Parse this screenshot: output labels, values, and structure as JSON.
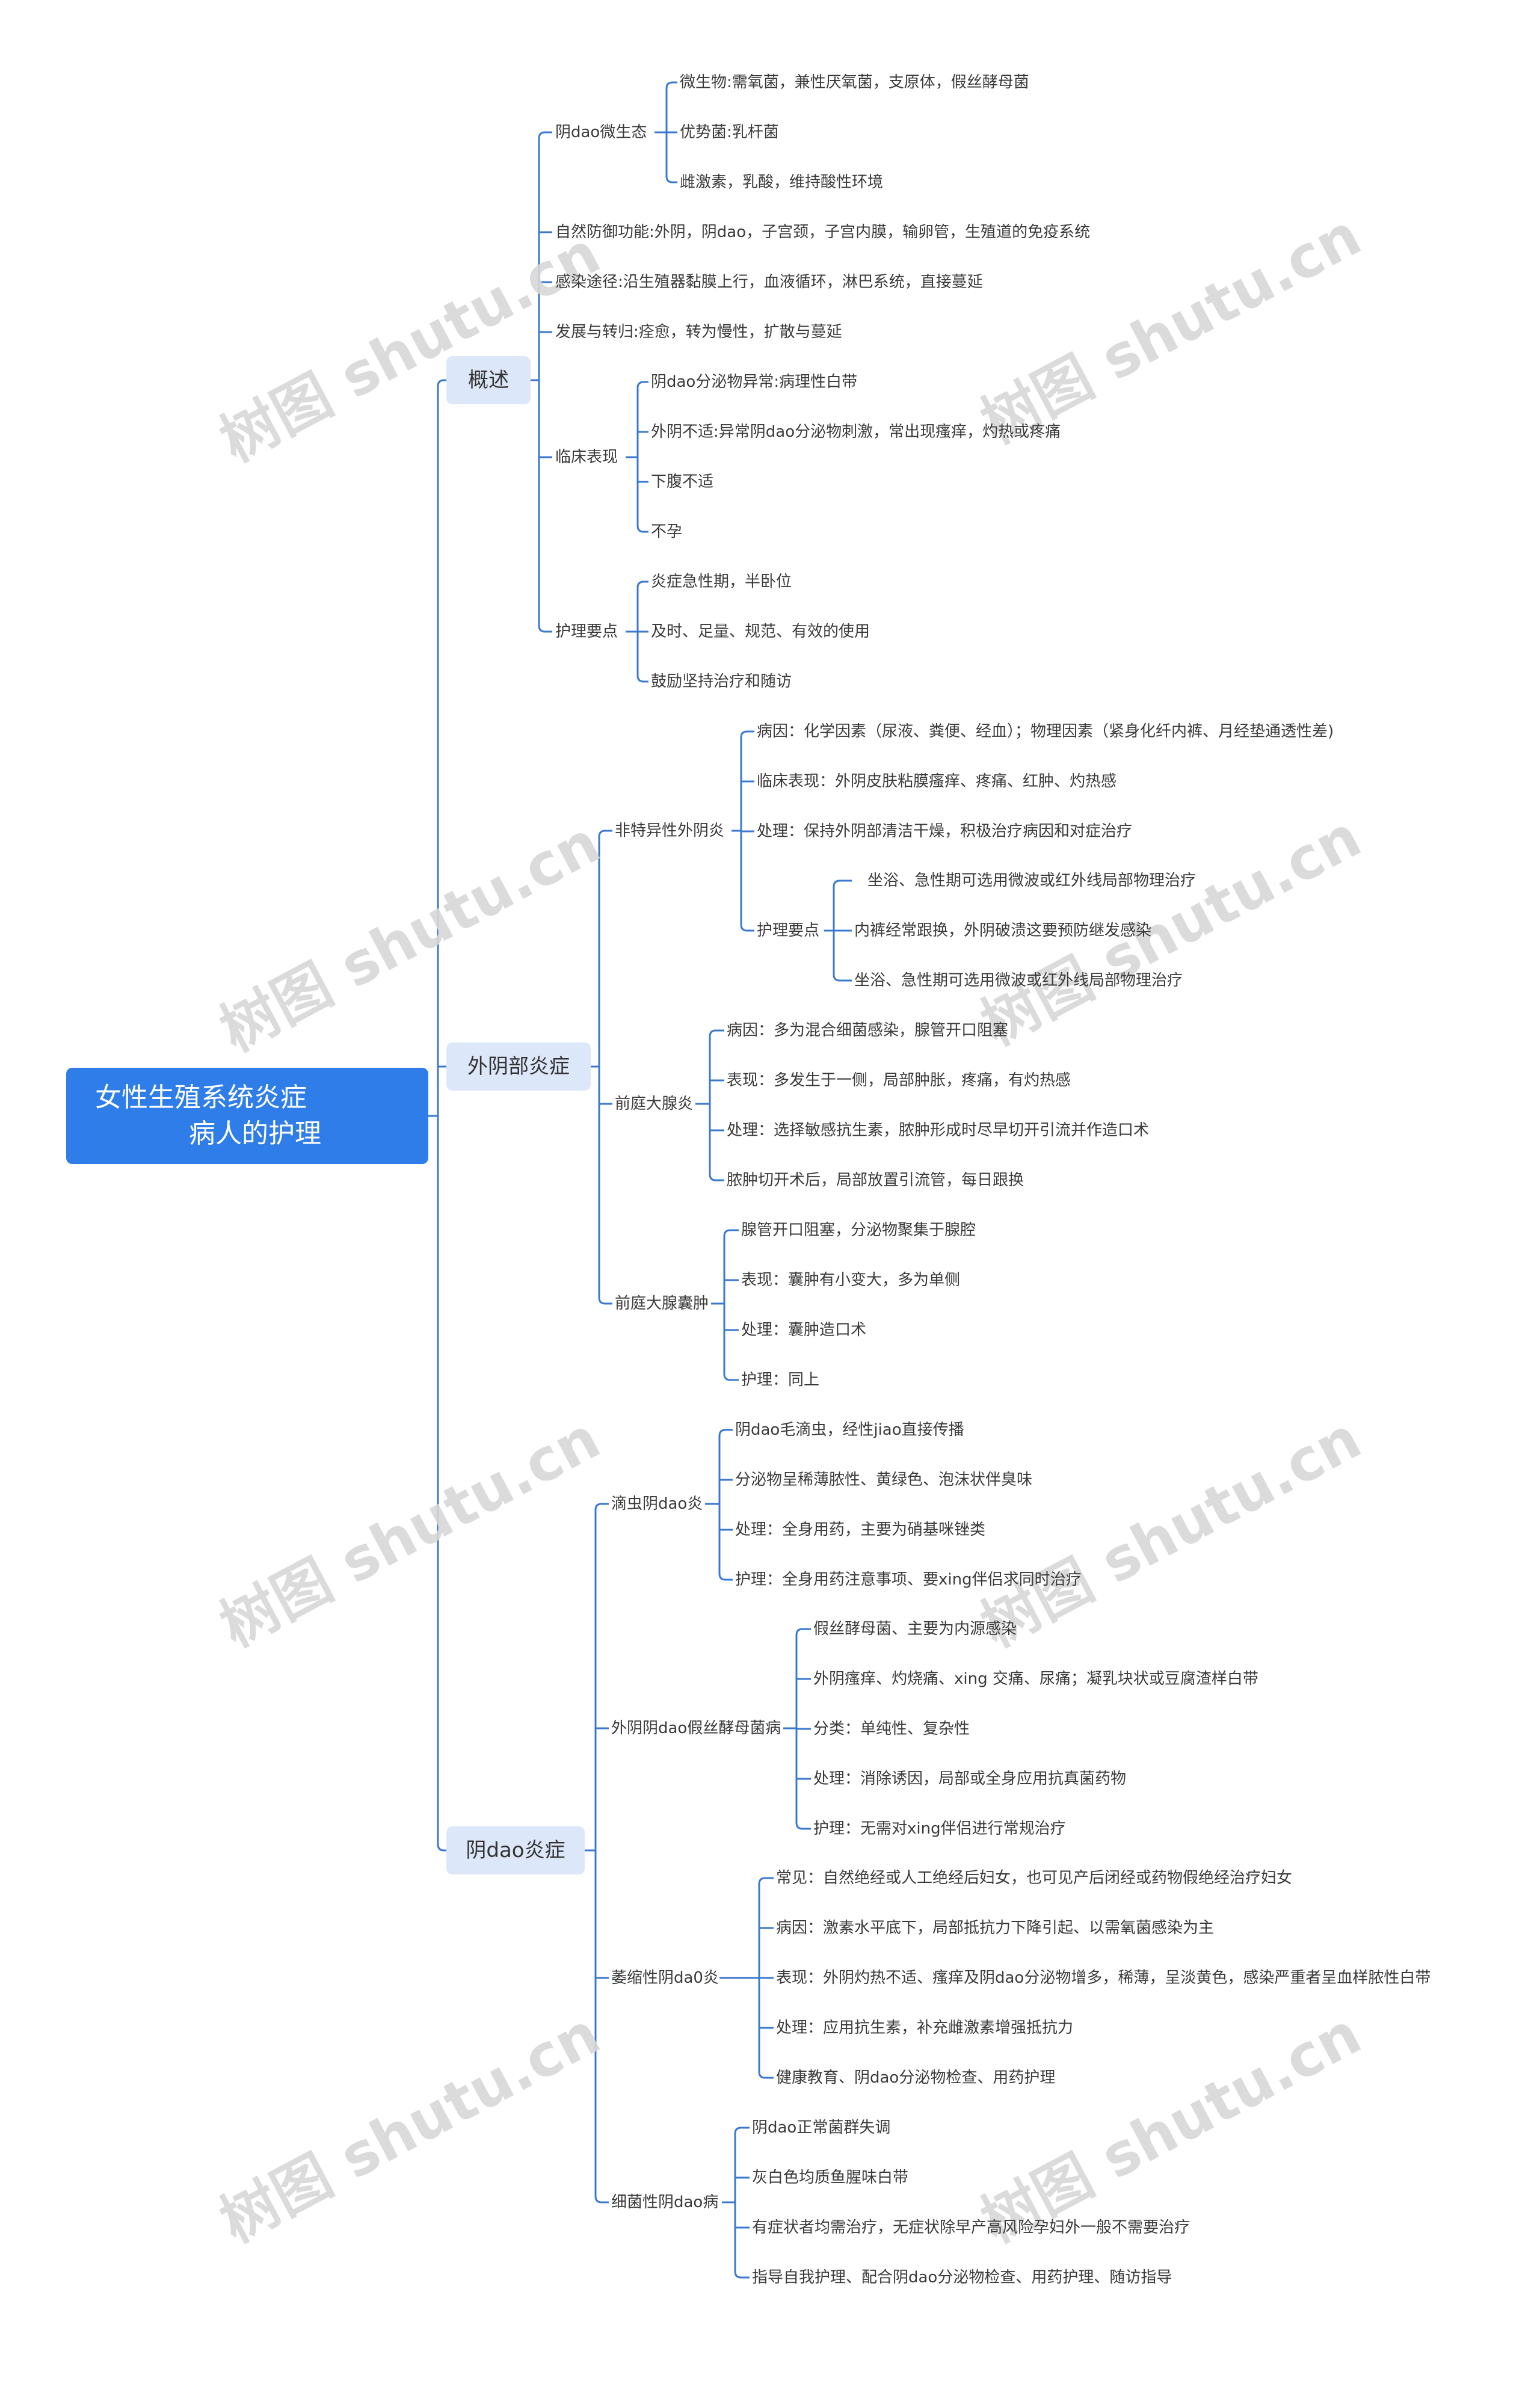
{
  "watermark": "树图 shutu.cn",
  "root": {
    "line1": "女性生殖系统炎症",
    "line2": "病人的护理"
  },
  "overview": {
    "label": "概述",
    "microecology": {
      "label": "阴dao微生态",
      "items": [
        "微生物:需氧菌，兼性厌氧菌，支原体，假丝酵母菌",
        "优势菌:乳杆菌",
        "雌激素，乳酸，维持酸性环境"
      ]
    },
    "defense": "自然防御功能:外阴，阴dao，子宫颈，子宫内膜，输卵管，生殖道的免疫系统",
    "infection_route": "感染途径:沿生殖器黏膜上行，血液循环，淋巴系统，直接蔓延",
    "outcome": "发展与转归:痊愈，转为慢性，扩散与蔓延",
    "clinical": {
      "label": "临床表现",
      "items": [
        "阴dao分泌物异常:病理性白带",
        "外阴不适:异常阴dao分泌物刺激，常出现瘙痒，灼热或疼痛",
        "下腹不适",
        "不孕"
      ]
    },
    "nursing": {
      "label": "护理要点",
      "items": [
        "炎症急性期，半卧位",
        "及时、足量、规范、有效的使用",
        "鼓励坚持治疗和随访"
      ]
    }
  },
  "vulvitis": {
    "label": "外阴部炎症",
    "nonspecific": {
      "label": "非特异性外阴炎",
      "items": [
        "病因：化学因素（尿液、粪便、经血）；物理因素（紧身化纤内裤、月经垫通透性差)",
        "临床表现：外阴皮肤粘膜瘙痒、疼痛、红肿、灼热感",
        "处理：保持外阴部清洁干燥，积极治疗病因和对症治疗"
      ],
      "nursing": {
        "label": "护理要点",
        "items": [
          "坐浴、急性期可选用微波或红外线局部物理治疗",
          "内裤经常跟换，外阴破溃这要预防继发感染",
          "坐浴、急性期可选用微波或红外线局部物理治疗"
        ]
      }
    },
    "bartholinitis": {
      "label": "前庭大腺炎",
      "items": [
        "病因：多为混合细菌感染，腺管开口阻塞",
        "表现：多发生于一侧，局部肿胀，疼痛，有灼热感",
        "处理：选择敏感抗生素，脓肿形成时尽早切开引流并作造口术",
        "脓肿切开术后，局部放置引流管，每日跟换"
      ]
    },
    "bartholin_cyst": {
      "label": "前庭大腺囊肿",
      "items": [
        "腺管开口阻塞，分泌物聚集于腺腔",
        "表现：囊肿有小变大，多为单侧",
        "处理：囊肿造口术",
        "护理：同上"
      ]
    }
  },
  "vaginitis": {
    "label": "阴dao炎症",
    "trichomonas": {
      "label": "滴虫阴dao炎",
      "items": [
        "阴dao毛滴虫，经性jiao直接传播",
        "分泌物呈稀薄脓性、黄绿色、泡沫状伴臭味",
        "处理：全身用药，主要为硝基咪锉类",
        "护理：全身用药注意事项、要xing伴侣求同时治疗"
      ]
    },
    "candida": {
      "label": "外阴阴dao假丝酵母菌病",
      "items": [
        "假丝酵母菌、主要为内源感染",
        "外阴瘙痒、灼烧痛、xing 交痛、尿痛；凝乳块状或豆腐渣样白带",
        "分类：单纯性、复杂性",
        "处理：消除诱因，局部或全身应用抗真菌药物",
        "护理：无需对xing伴侣进行常规治疗"
      ]
    },
    "atrophic": {
      "label": "萎缩性阴da0炎",
      "items": [
        "常见：自然绝经或人工绝经后妇女，也可见产后闭经或药物假绝经治疗妇女",
        "病因：激素水平底下，局部抵抗力下降引起、以需氧菌感染为主",
        "表现：外阴灼热不适、瘙痒及阴dao分泌物增多，稀薄，呈淡黄色，感染严重者呈血样脓性白带",
        "处理：应用抗生素，补充雌激素增强抵抗力",
        "健康教育、阴dao分泌物检查、用药护理"
      ]
    },
    "bacterial": {
      "label": "细菌性阴dao病",
      "items": [
        "阴dao正常菌群失调",
        "灰白色均质鱼腥味白带",
        "有症状者均需治疗，无症状除早产高风险孕妇外一般不需要治疗",
        "指导自我护理、配合阴dao分泌物检查、用药护理、随访指导"
      ]
    }
  },
  "colors": {
    "line": "#3a78d0",
    "root_bg": "#2f7de9",
    "branch_bg": "#dde7fa",
    "text": "#3a3a3a"
  }
}
